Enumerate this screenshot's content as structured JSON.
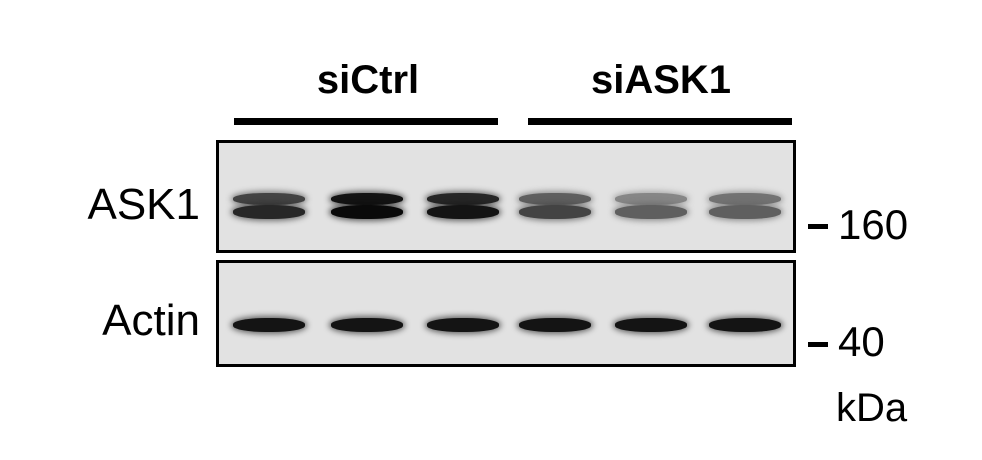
{
  "groups": [
    {
      "label": "siCtrl"
    },
    {
      "label": "siASK1"
    }
  ],
  "rows": [
    {
      "label": "ASK1",
      "marker": "160"
    },
    {
      "label": "Actin",
      "marker": "40"
    }
  ],
  "unit": "kDa",
  "lanes": {
    "ASK1_upper": [
      0.7,
      0.95,
      0.85,
      0.55,
      0.35,
      0.45
    ],
    "ASK1_lower": [
      0.85,
      1.0,
      0.95,
      0.7,
      0.55,
      0.55
    ],
    "Actin": [
      0.95,
      0.95,
      0.95,
      0.95,
      0.95,
      0.95
    ]
  }
}
